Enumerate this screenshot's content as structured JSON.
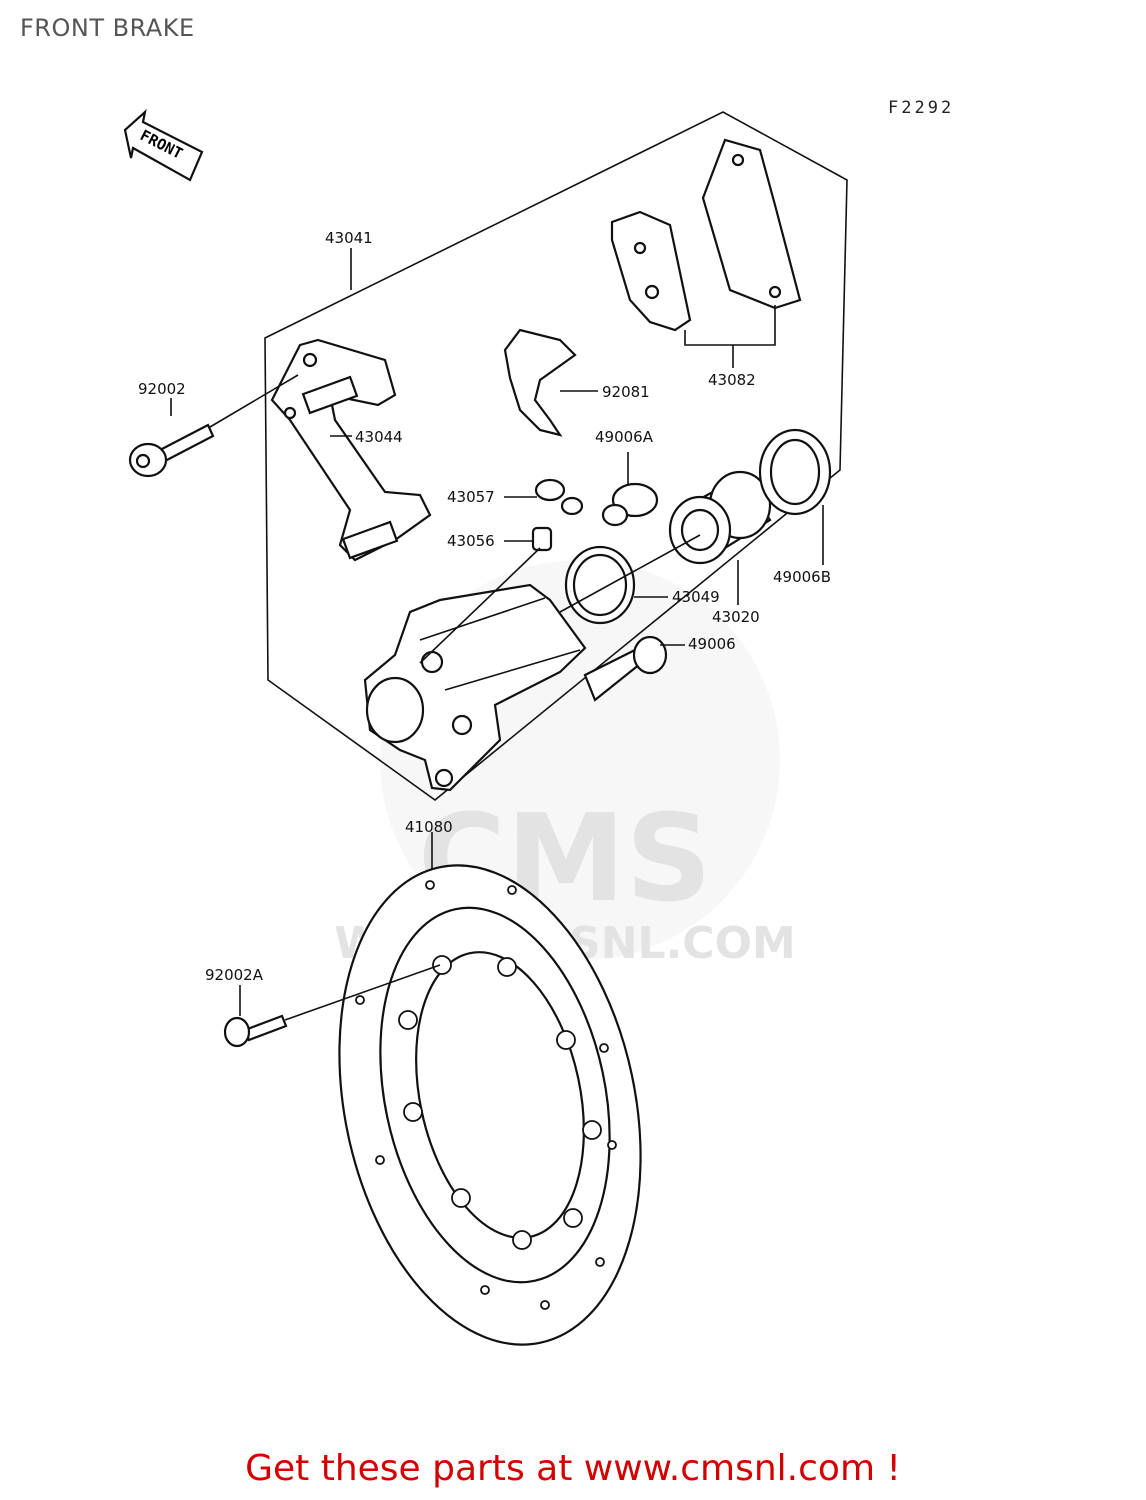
{
  "page": {
    "title": "FRONT BRAKE",
    "diagram_code": "F2292",
    "front_arrow_label": "FRONT",
    "footer": "Get these parts at www.cmsnl.com !",
    "colors": {
      "footer": "#d40000",
      "title": "#555555",
      "watermark": "#e9e9e9"
    }
  },
  "watermark": {
    "brand": "CMS",
    "url": "WWW.CMSNL.COM"
  },
  "parts": {
    "p43041": "43041",
    "p92002": "92002",
    "p43044": "43044",
    "p92081": "92081",
    "p43082": "43082",
    "p49006A": "49006A",
    "p43057": "43057",
    "p43056": "43056",
    "p43049": "43049",
    "p43020": "43020",
    "p49006B": "49006B",
    "p49006": "49006",
    "p41080": "41080",
    "p92002A": "92002A"
  }
}
